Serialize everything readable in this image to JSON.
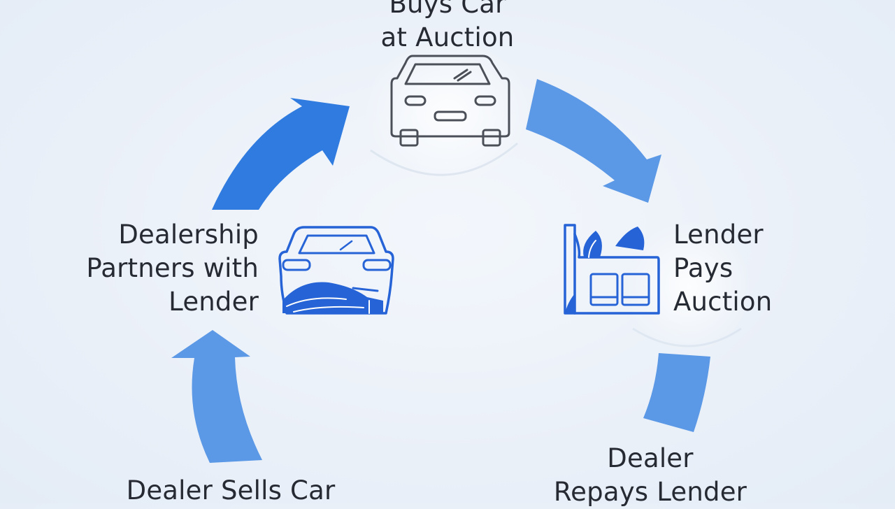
{
  "diagram": {
    "steps": [
      {
        "id": "buy",
        "lines": [
          "Buys Car",
          "at Auction"
        ],
        "icon": "car-front-icon"
      },
      {
        "id": "lender-pays",
        "lines": [
          "Lender",
          "Pays",
          "Auction"
        ],
        "icon": "auction-house-icon"
      },
      {
        "id": "repay",
        "lines": [
          "Dealer",
          "Repays Lender"
        ]
      },
      {
        "id": "sell",
        "lines": [
          "Dealer Sells Car"
        ]
      },
      {
        "id": "partner",
        "lines": [
          "Dealership",
          "Partners with",
          "Lender"
        ],
        "icon": "car-damaged-icon"
      }
    ],
    "colors": {
      "arrow_dark": "#2f7be0",
      "arrow_light": "#5b98e6",
      "icon_outline": "#4a4f58",
      "icon_blue": "#2563d6",
      "text": "#262a33"
    }
  }
}
